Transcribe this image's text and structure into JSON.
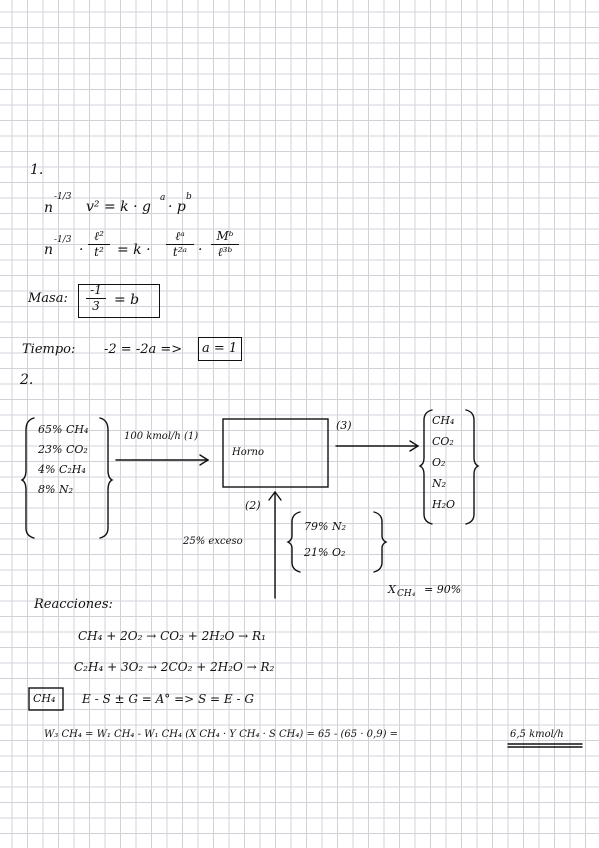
{
  "section1": {
    "number": "1.",
    "eq1_a": "n",
    "eq1_a_exp": "-1/3",
    "eq1_b": "v² = k · g",
    "eq1_b_exp": "a",
    "eq1_c": "· p",
    "eq1_c_exp": "b",
    "eq2_a": "n",
    "eq2_a_exp": "-1/3",
    "eq2_frac1_num": "ℓ²",
    "eq2_frac1_den": "t²",
    "eq2_mid": "= k ·",
    "eq2_frac2_num": "ℓᵃ",
    "eq2_frac2_den": "t²ᵃ",
    "eq2_frac3_num": "Mᵇ",
    "eq2_frac3_den": "ℓ³ᵇ",
    "masa_label": "Masa:",
    "masa_boxed": "-1/3 = b",
    "masa_num": "-1",
    "masa_den": "3",
    "masa_rhs": "= b",
    "tiempo_label": "Tiempo:",
    "tiempo_eq": "-2 = -2a =>",
    "tiempo_boxed": "a = 1"
  },
  "section2": {
    "number": "2.",
    "feed_items": [
      "65% CH₄",
      "23% CO₂",
      "4% C₂H₄",
      "8% N₂"
    ],
    "feed_flow": "100 kmol/h (1)",
    "furnace_label": "Horno",
    "stream3_label": "(3)",
    "stream2_label": "(2)",
    "product_items": [
      "CH₄",
      "CO₂",
      "O₂",
      "N₂",
      "H₂O"
    ],
    "air_items": [
      "79% N₂",
      "21% O₂"
    ],
    "excess": "25% exceso",
    "conversion": "X",
    "conversion_sub": "CH₄",
    "conversion_val": "= 90%"
  },
  "reactions": {
    "title": "Reacciones:",
    "r1": "CH₄ + 2O₂ → CO₂ + 2H₂O → R₁",
    "r2": "C₂H₄ + 3O₂ → 2CO₂ + 2H₂O → R₂",
    "balance_tag": "CH₄",
    "balance_eq": "E - S ± G = A° => S = E - G",
    "final_eq_left": "W₃ CH₄ = W₁ CH₄ - W₁ CH₄ (X CH₄ · Y CH₄ · S CH₄) = 65 - (65 · 0,9) =",
    "final_result": "6,5 kmol/h"
  }
}
